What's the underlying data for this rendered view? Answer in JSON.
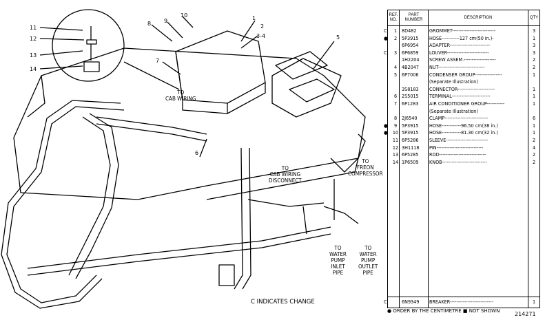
{
  "labels": {
    "to_cab_wiring": "TO\nCAB WIRING",
    "to_cab_wiring_disconnect": "TO\nCAB WIRING\nDISCONNECT",
    "freon_compressor": "TO\nFREON\nCOMPRESSOR",
    "water_inlet": "TO\nWATER\nPUMP\nINLET\nPIPE",
    "water_outlet": "TO\nWATER\nPUMP\nOUTLET\nPIPE"
  },
  "callouts": [
    "11",
    "12",
    "13",
    "14",
    "10",
    "8",
    "9",
    "1",
    "3-4",
    "2",
    "7",
    "5",
    "6"
  ],
  "caption": "C INDICATES CHANGE",
  "table": {
    "headers": {
      "ref": "REF.\nNO.",
      "part": "PART\nNUMBER",
      "desc": "DESCRIPTION",
      "qty": "QTY"
    },
    "rows": [
      {
        "mark": "C",
        "no": "1",
        "pn": "8D482",
        "desc": "GROMMET---------------------------",
        "qty": "3"
      },
      {
        "mark": "●",
        "no": "2",
        "pn": "5P3915",
        "desc": "HOSE-----------127 cm(50 in.)-",
        "qty": "1"
      },
      {
        "mark": "",
        "no": "",
        "pn": "6P6954",
        "desc": "ADAPTER-------------------------",
        "qty": "3"
      },
      {
        "mark": "C",
        "no": "3",
        "pn": "6P6859",
        "desc": "LOUVER--------------------------",
        "qty": "3"
      },
      {
        "mark": "",
        "no": "",
        "pn": "1H2204",
        "desc": "SCREW ASSEM.--------------------",
        "qty": "2"
      },
      {
        "mark": "",
        "no": "4",
        "pn": "4B2047",
        "desc": "NUT-----------------------------",
        "qty": "2"
      },
      {
        "mark": "",
        "no": "5",
        "pn": "6P7006",
        "desc": "CONDENSER GROUP-----------------",
        "qty": "1"
      },
      {
        "mark": "",
        "no": "",
        "pn": "",
        "desc": "(Separate Illustration)",
        "qty": ""
      },
      {
        "mark": "",
        "no": "",
        "pn": "3S8183",
        "desc": "CONNECTOR-----------------------",
        "qty": "1"
      },
      {
        "mark": "",
        "no": "6",
        "pn": "2S5015",
        "desc": "TERMINAL------------------------",
        "qty": "1"
      },
      {
        "mark": "",
        "no": "7",
        "pn": "6P1283",
        "desc": "AIR CONDITIONER GROUP-----------",
        "qty": "1"
      },
      {
        "mark": "",
        "no": "",
        "pn": "",
        "desc": "(Separate Illustration)",
        "qty": ""
      },
      {
        "mark": "",
        "no": "8",
        "pn": "2J6540",
        "desc": "CLAMP---------------------------",
        "qty": "6"
      },
      {
        "mark": "●",
        "no": "9",
        "pn": "5P3915",
        "desc": "HOSE------------96.50 cm(38 in.)",
        "qty": "1"
      },
      {
        "mark": "●",
        "no": "10",
        "pn": "5P3915",
        "desc": "HOSE------------81.30 cm(32 in.)",
        "qty": "1"
      },
      {
        "mark": "",
        "no": "11",
        "pn": "6P5286",
        "desc": "SLEEVE--------------------------",
        "qty": "2"
      },
      {
        "mark": "",
        "no": "12",
        "pn": "3H1118",
        "desc": "PIN-----------------------------",
        "qty": "4"
      },
      {
        "mark": "",
        "no": "13",
        "pn": "6P5285",
        "desc": "ROD-----------------------------",
        "qty": "2"
      },
      {
        "mark": "",
        "no": "14",
        "pn": "1P6509",
        "desc": "KNOB----------------------------",
        "qty": "2"
      }
    ],
    "last_row": {
      "mark": "C",
      "no": "",
      "pn": "6N9349",
      "desc": "BREAKER---------------------------",
      "qty": "1"
    }
  },
  "footnote": "● ORDER BY THE CENTIMETRE  ■ NOT SHOWN",
  "illustration_no": "214271"
}
